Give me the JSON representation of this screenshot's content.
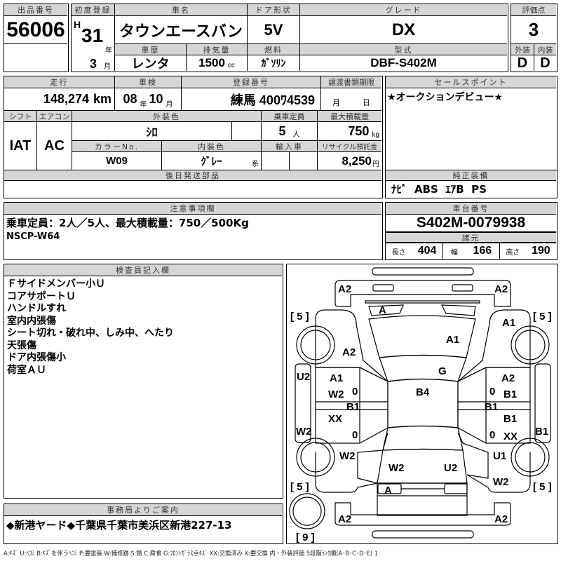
{
  "lot": {
    "label": "出品番号",
    "value": "56006"
  },
  "first_reg": {
    "label": "初度登録",
    "era": "H",
    "year": "31",
    "year_unit": "年",
    "month": "3",
    "month_unit": "月"
  },
  "car_name": {
    "label": "車名",
    "value": "タウンエースバン"
  },
  "door": {
    "label": "ドア形状",
    "value": "5V"
  },
  "grade": {
    "label": "グレード",
    "value": "DX"
  },
  "score": {
    "label": "評価点",
    "value": "3",
    "ext_label": "外装",
    "int_label": "内装",
    "ext": "D",
    "int": "D"
  },
  "history": {
    "label": "車歴",
    "value": "レンタ"
  },
  "displacement": {
    "label": "排気量",
    "value": "1500",
    "unit": "cc"
  },
  "fuel": {
    "label": "燃料",
    "value": "ｶﾞｿﾘﾝ"
  },
  "model": {
    "label": "型式",
    "value": "DBF-S402M"
  },
  "mileage": {
    "label": "走行",
    "value": "148,274",
    "unit": "km"
  },
  "inspection": {
    "label": "車検",
    "year": "08",
    "year_unit": "年",
    "month": "10",
    "month_unit": "月"
  },
  "plate": {
    "label": "登録番号",
    "value": "練馬 400ﾜ4539"
  },
  "transfer": {
    "label": "譲渡書類期限",
    "month_unit": "月",
    "day_unit": "日"
  },
  "sales_point": {
    "label": "セールスポイント",
    "value": "★オークションデビュー★"
  },
  "shift": {
    "label": "シフト",
    "value": "IAT"
  },
  "ac": {
    "label": "エアコン",
    "value": "AC"
  },
  "ext_color": {
    "label": "外装色",
    "value": "ｼﾛ"
  },
  "capacity": {
    "label": "乗車定員",
    "value": "5",
    "unit": "人"
  },
  "max_load": {
    "label": "最大積載量",
    "value": "750",
    "unit": "kg"
  },
  "color_no": {
    "label": "カラーNo.",
    "value": "W09"
  },
  "int_color": {
    "label": "内装色",
    "value": "ｸﾞﾚｰ",
    "suffix": "系"
  },
  "import": {
    "label": "輸入車"
  },
  "recycle": {
    "label": "リサイクル預託金",
    "value": "8,250",
    "unit": "円"
  },
  "later_parts": {
    "label": "後日発送部品"
  },
  "equipment": {
    "label": "純正装備",
    "value": "ﾅﾋﾞ  ABS  ｴｱB  PS"
  },
  "notes": {
    "label": "注意事項欄",
    "lines": [
      "乗車定員：2人／5人、最大積載量：750／500Kg",
      "NSCP-W64"
    ]
  },
  "chassis": {
    "label": "車台番号",
    "value": "S402M-0079938"
  },
  "specs": {
    "label": "諸元",
    "length_label": "長さ",
    "length": "404",
    "width_label": "幅",
    "width": "166",
    "height_label": "高さ",
    "height": "190"
  },
  "inspector": {
    "label": "検査員記入欄",
    "lines": [
      "Ｆサイドメンバー小Ｕ",
      "コアサポートＵ",
      "ハンドルすれ",
      "室内内張傷",
      "シート切れ・破れ中、しみ中、へたり",
      "天張傷",
      "ドア内張傷小",
      "荷室ＡＵ"
    ]
  },
  "office": {
    "label": "事務局よりご案内",
    "value": "◆新港ヤード◆千葉県千葉市美浜区新港227-13"
  },
  "legend": "A:ｷｽﾞ U:ﾍｺﾐ B:ｷｽﾞを伴うﾍｺﾐ P:要塗装 W:補修跡 S:錆 C:腐食 G:ﾌﾛﾝﾄｶﾞﾗｽ点ｷｽﾞ XX:交換済み X:要交換  内・外装評価 5段階ﾗﾝｸ順(A･B･C･D･E) 1",
  "diagram": {
    "marks": [
      "A2",
      "A2",
      "A",
      "[ 5 ]",
      "[ 5 ]",
      "A1",
      "A1",
      "A2",
      "G",
      "U2",
      "A1",
      "A2",
      "B4",
      "W2",
      "B1",
      "B1",
      "B1",
      "XX",
      "B1",
      "W2",
      "B1",
      "XX",
      "W2",
      "U1",
      "W2",
      "U2",
      "[ 5 ]",
      "[ 5 ]",
      "W2",
      "A",
      "A2",
      "A2",
      "[ 9 ]"
    ]
  }
}
